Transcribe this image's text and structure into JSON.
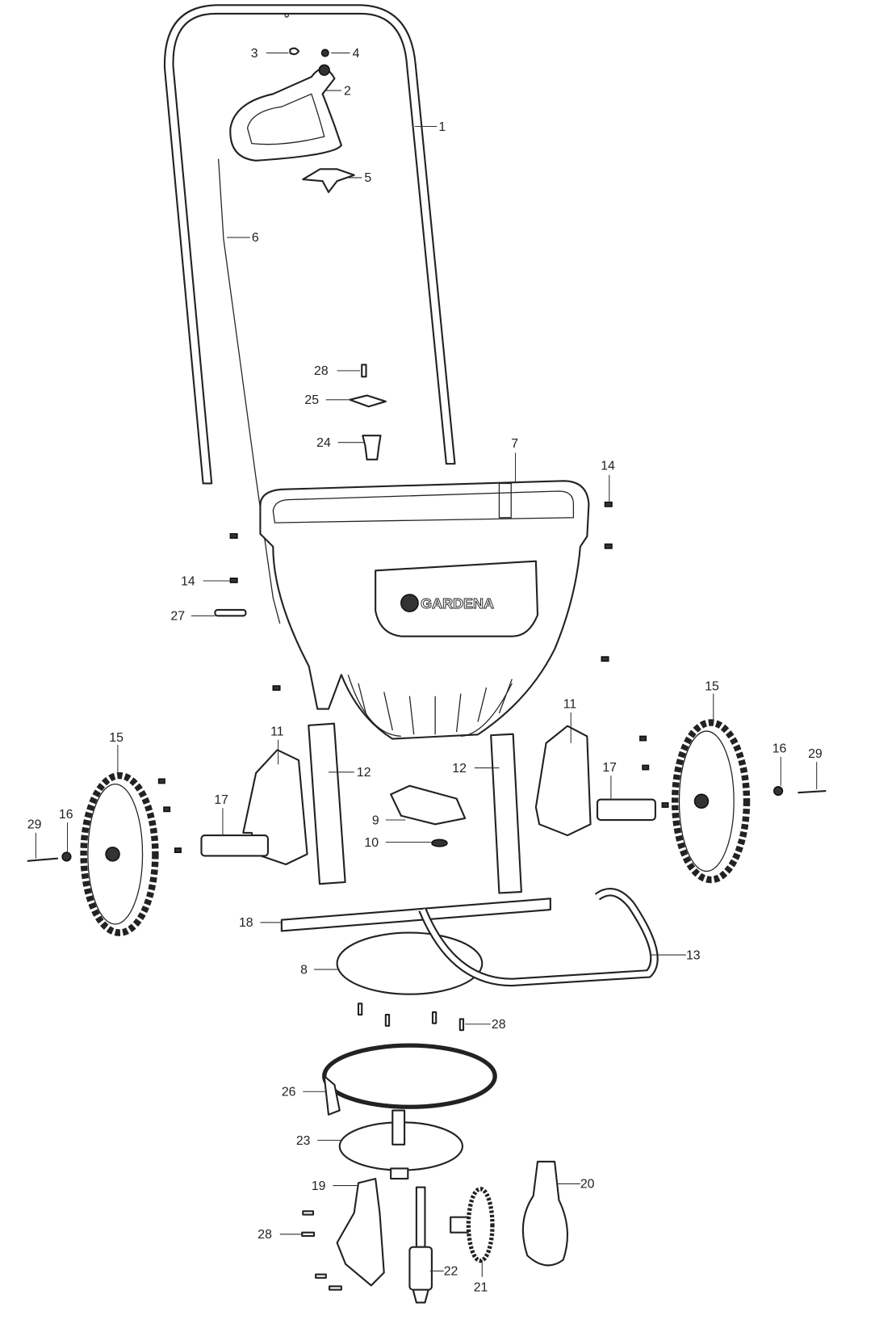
{
  "diagram": {
    "brand_logo": "GARDENA",
    "labels": {
      "p1": "1",
      "p2": "2",
      "p3": "3",
      "p4": "4",
      "p5": "5",
      "p6": "6",
      "p7": "7",
      "p8": "8",
      "p9": "9",
      "p10": "10",
      "p11a": "11",
      "p11b": "11",
      "p12a": "12",
      "p12b": "12",
      "p13": "13",
      "p14a": "14",
      "p14b": "14",
      "p15a": "15",
      "p15b": "15",
      "p16a": "16",
      "p16b": "16",
      "p17a": "17",
      "p17b": "17",
      "p18": "18",
      "p19": "19",
      "p20": "20",
      "p21": "21",
      "p22": "22",
      "p23": "23",
      "p24": "24",
      "p25": "25",
      "p26": "26",
      "p27": "27",
      "p28a": "28",
      "p28b": "28",
      "p28c": "28",
      "p29a": "29",
      "p29b": "29"
    }
  }
}
